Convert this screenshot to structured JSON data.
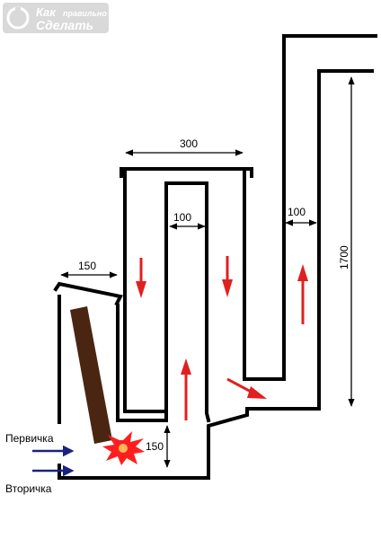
{
  "logo": {
    "line1": "Как",
    "line2": "правильно",
    "line3": "Сделать"
  },
  "dimensions": {
    "chamber_width": "300",
    "inner_channel_width": "100",
    "chimney_channel_width": "100",
    "firebox_width": "150",
    "firebox_gap": "150",
    "chimney_height": "1700"
  },
  "labels": {
    "primary_air": "Первичка",
    "secondary_air": "Вторичка"
  },
  "colors": {
    "walls": "#000000",
    "flow_arrows": "#e02020",
    "air_arrows": "#1a237e",
    "firewood": "#4a2612",
    "flame": "#ff1e1e",
    "logo_bg": "#d9d9d9"
  }
}
